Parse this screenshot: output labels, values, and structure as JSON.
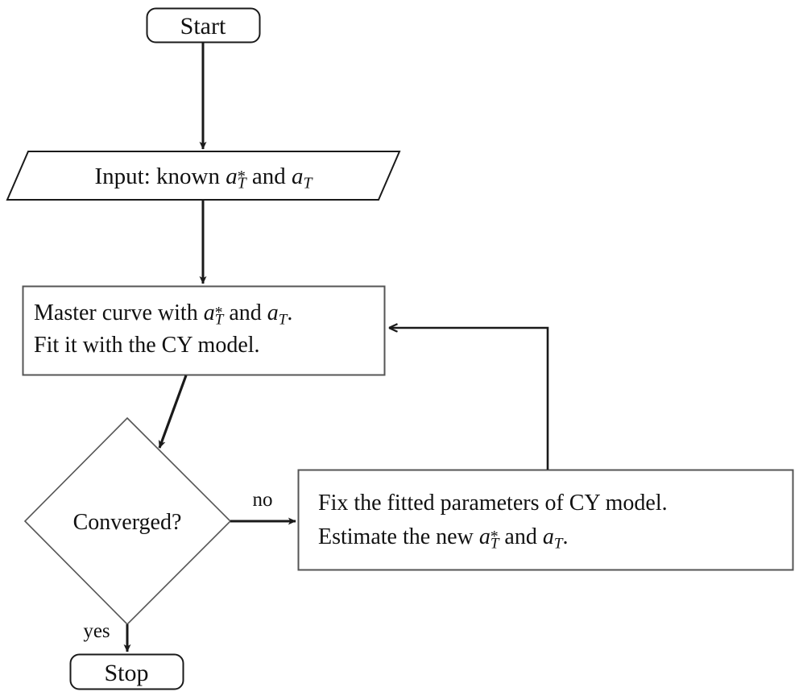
{
  "diagram": {
    "type": "flowchart",
    "title": "Master curve fitting iteration flowchart",
    "background_color": "#ffffff",
    "stroke_color": "#1a1a1a",
    "thin_stroke_color": "#444444",
    "nodes": {
      "start": {
        "shape": "terminal-rounded-rect",
        "label": "Start"
      },
      "input": {
        "shape": "parallelogram",
        "text_prefix": "Input: known ",
        "var_a1": "a",
        "var_a1_sub": "T",
        "var_a1_sup": "*",
        "text_middle": " and ",
        "var_a2": "a",
        "var_a2_sub": "T",
        "text_suffix": ""
      },
      "master": {
        "shape": "process-rect",
        "line1_prefix": "Master curve with ",
        "line1_var1": "a",
        "line1_var1_sub": "T",
        "line1_var1_sup": "*",
        "line1_middle": " and ",
        "line1_var2": "a",
        "line1_var2_sub": "T",
        "line1_suffix": ".",
        "line2": "Fit it with the CY model."
      },
      "decision": {
        "shape": "diamond",
        "label": "Converged?"
      },
      "fix": {
        "shape": "process-rect",
        "line1": "Fix the fitted parameters of CY model.",
        "line2_prefix": "Estimate the new ",
        "line2_var1": "a",
        "line2_var1_sub": "T",
        "line2_var1_sup": "*",
        "line2_middle": " and ",
        "line2_var2": "a",
        "line2_var2_sub": "T",
        "line2_suffix": "."
      },
      "stop": {
        "shape": "terminal-rounded-rect",
        "label": "Stop"
      }
    },
    "edges": {
      "start_to_input": {
        "label": ""
      },
      "input_to_master": {
        "label": ""
      },
      "master_to_decision": {
        "label": ""
      },
      "decision_to_fix": {
        "label": "no"
      },
      "decision_to_stop": {
        "label": "yes"
      },
      "fix_to_master": {
        "label": ""
      }
    }
  }
}
